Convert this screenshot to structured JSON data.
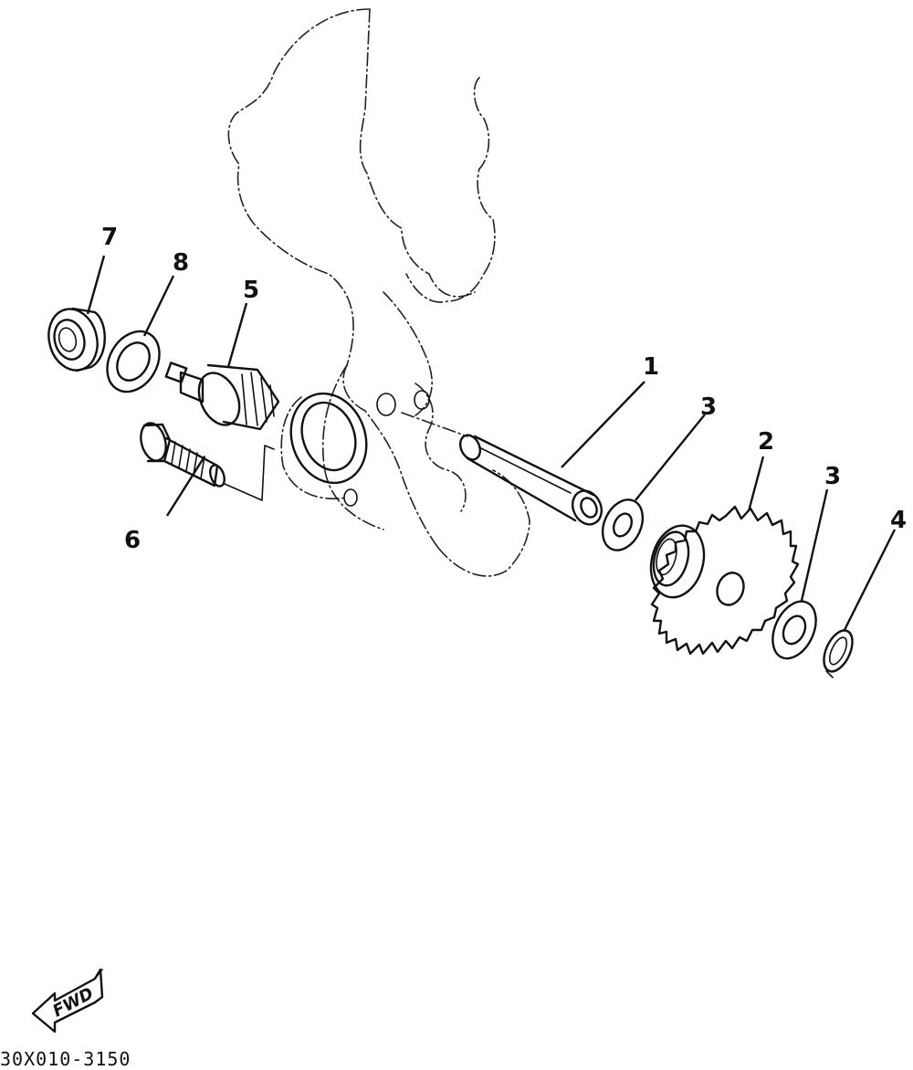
{
  "diagram": {
    "parts": [
      {
        "id": "part-1",
        "callout": "1"
      },
      {
        "id": "part-2",
        "callout": "2"
      },
      {
        "id": "part-3a",
        "callout": "3"
      },
      {
        "id": "part-3b",
        "callout": "3"
      },
      {
        "id": "part-4",
        "callout": "4"
      },
      {
        "id": "part-5",
        "callout": "5"
      },
      {
        "id": "part-6",
        "callout": "6"
      },
      {
        "id": "part-7",
        "callout": "7"
      },
      {
        "id": "part-8",
        "callout": "8"
      }
    ],
    "direction_marker": {
      "label": "FWD",
      "icon": "fwd-arrow-icon"
    },
    "drawing_code": "30X010-3150"
  },
  "colors": {
    "ink": "#111111",
    "background": "#ffffff"
  }
}
